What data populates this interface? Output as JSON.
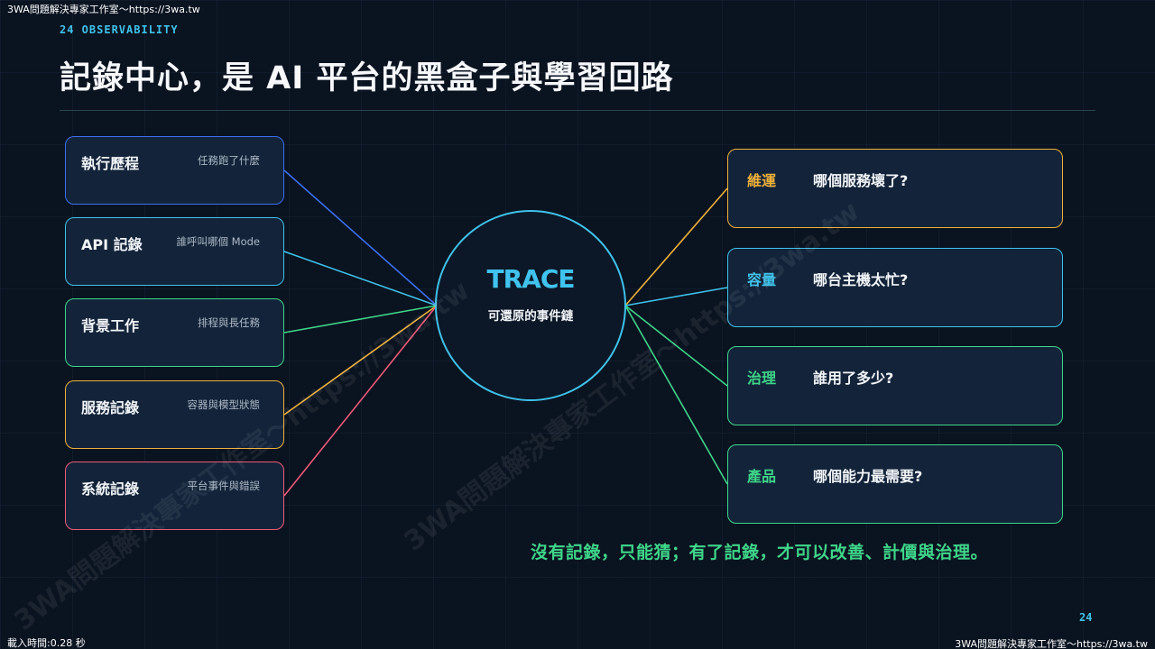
{
  "top_watermark": "3WA問題解決專家工作室～https://3wa.tw",
  "section_tag": "24 OBSERVABILITY",
  "title": "記錄中心，是 AI 平台的黑盒子與學習回路",
  "sources": [
    {
      "name": "執行歷程",
      "desc": "任務跑了什麼",
      "color": "#3b6ff0"
    },
    {
      "name": "API 記錄",
      "desc": "誰呼叫哪個 Mode",
      "color": "#3fc2ea"
    },
    {
      "name": "背景工作",
      "desc": "排程與長任務",
      "color": "#3fd68a"
    },
    {
      "name": "服務記錄",
      "desc": "容器與模型狀態",
      "color": "#f0b13b"
    },
    {
      "name": "系統記錄",
      "desc": "平台事件與錯誤",
      "color": "#ef5a78"
    }
  ],
  "hub": {
    "title": "TRACE",
    "subtitle": "可還原的事件鏈",
    "color": "#3fc2ea"
  },
  "consumers": [
    {
      "role": "維運",
      "question": "哪個服務壞了?",
      "color": "#f0b13b"
    },
    {
      "role": "容量",
      "question": "哪台主機太忙?",
      "color": "#3fc2ea"
    },
    {
      "role": "治理",
      "question": "誰用了多少?",
      "color": "#3fd68a"
    },
    {
      "role": "產品",
      "question": "哪個能力最需要?",
      "color": "#3fd68a"
    }
  ],
  "summary": "沒有記錄，只能猜；有了記錄，才可以改善、計價與治理。",
  "page_number": "24",
  "load_time": "載入時間:0.28 秒",
  "footer_watermark": "3WA問題解決專家工作室～https://3wa.tw",
  "diagonal_watermark": "3WA問題解決專家工作室～https://3wa.tw"
}
